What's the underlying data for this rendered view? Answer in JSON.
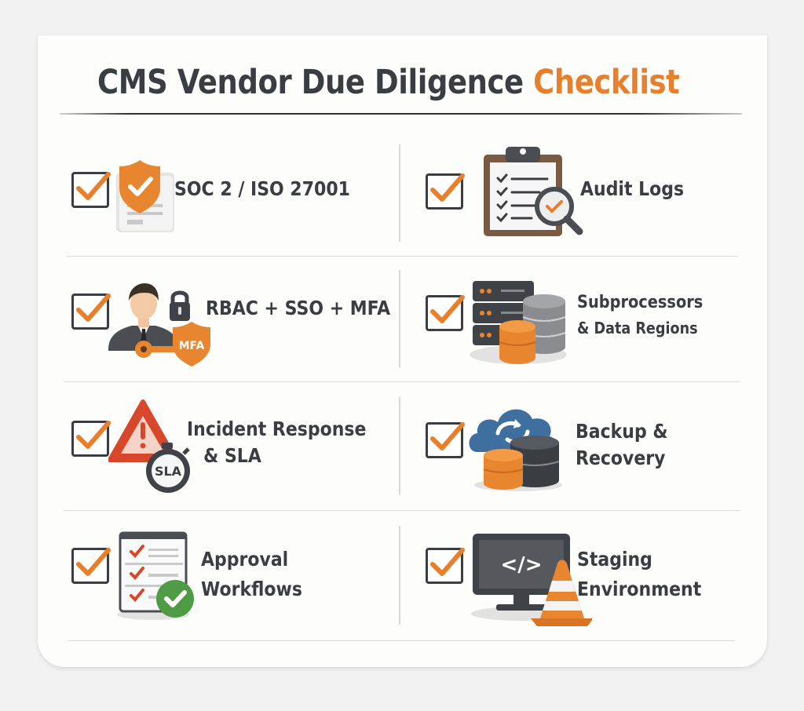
{
  "header": {
    "title_main": "CMS Vendor Due Diligence ",
    "title_accent": "Checklist"
  },
  "colors": {
    "accent": "#e87f2c",
    "text": "#3a3d42",
    "card": "#fdfdfc",
    "background": "#f2f2f2",
    "divider": "#dcdcdc",
    "success": "#4e9a45",
    "warning": "#d9472b",
    "cloud": "#3f6f9f"
  },
  "items": [
    {
      "id": "soc2",
      "lines": [
        "SOC 2 / ISO 27001"
      ],
      "checked": true,
      "icon": "shield-document-icon"
    },
    {
      "id": "audit",
      "lines": [
        "Audit Logs"
      ],
      "checked": true,
      "icon": "clipboard-magnifier-icon"
    },
    {
      "id": "rbac",
      "lines": [
        "RBAC + SSO + MFA"
      ],
      "checked": true,
      "icon": "user-lock-key-mfa-icon",
      "badge": "MFA"
    },
    {
      "id": "subproc",
      "lines": [
        "Subprocessors",
        "& Data Regions"
      ],
      "checked": true,
      "icon": "servers-database-icon"
    },
    {
      "id": "incident",
      "lines": [
        "Incident Response",
        "& SLA"
      ],
      "checked": true,
      "icon": "warning-stopwatch-icon",
      "badge": "SLA"
    },
    {
      "id": "backup",
      "lines": [
        "Backup &",
        "Recovery"
      ],
      "checked": true,
      "icon": "cloud-sync-database-icon"
    },
    {
      "id": "approval",
      "lines": [
        "Approval",
        "Workflows"
      ],
      "checked": true,
      "icon": "checklist-approved-icon"
    },
    {
      "id": "staging",
      "lines": [
        "Staging",
        "Environment"
      ],
      "checked": true,
      "icon": "monitor-code-cone-icon",
      "code": "</>"
    }
  ]
}
